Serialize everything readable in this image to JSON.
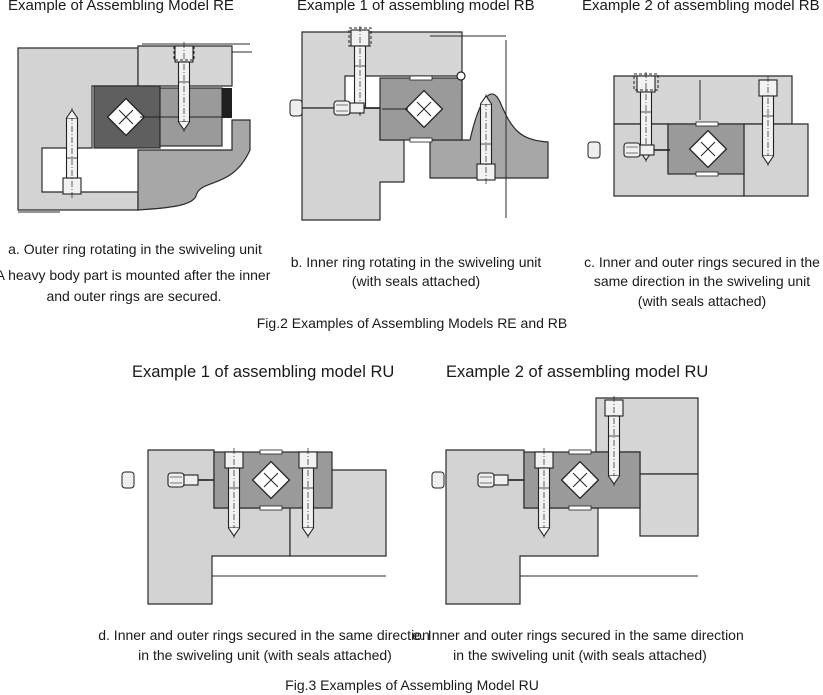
{
  "fig2": {
    "titles": {
      "re": "Example of Assembling Model RE",
      "rb1": "Example 1 of assembling model RB",
      "rb2": "Example 2 of assembling model RB"
    },
    "captions": {
      "a_line1": "a. Outer ring rotating in the swiveling unit",
      "a_line2": "A heavy body part is mounted after the inner",
      "a_line3": "and outer rings are secured.",
      "b_line1": "b. Inner ring rotating in the swiveling unit",
      "b_line2": "(with seals attached)",
      "c_line1": "c. Inner and outer rings secured in the",
      "c_line2": "same direction in the swiveling unit",
      "c_line3": "(with seals attached)"
    },
    "figure_caption": "Fig.2 Examples of Assembling Models RE and RB"
  },
  "fig3": {
    "titles": {
      "ru1": "Example 1 of assembling model RU",
      "ru2": "Example 2 of assembling model RU"
    },
    "captions": {
      "d_line1": "d. Inner and outer rings secured in the same direction",
      "d_line2": "in the swiveling unit (with seals attached)",
      "e_line1": "e. Inner and outer rings secured in the same direction",
      "e_line2": "in the swiveling unit (with seals attached)"
    },
    "figure_caption": "Fig.3 Examples of Assembling Model RU"
  },
  "colors": {
    "housing": "#d3d3d3",
    "housing_dark": "#a7a7a7",
    "ring": "#9a9a9a",
    "ring_dark": "#5f5f5f",
    "outline": "#2b2b2b",
    "roller": "#ffffff"
  }
}
